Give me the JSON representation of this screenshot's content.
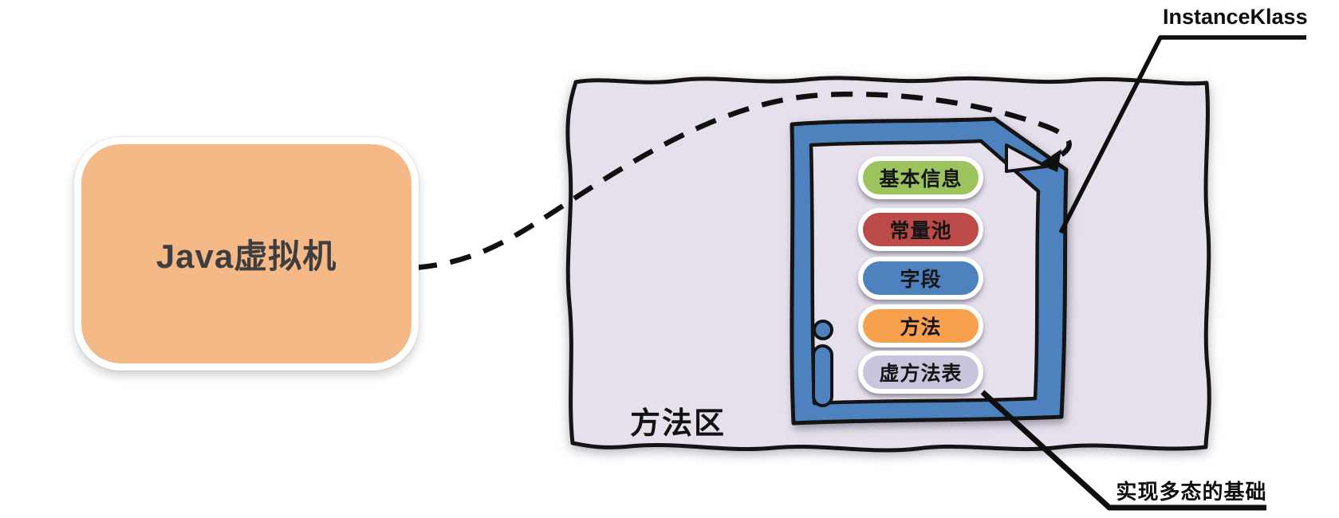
{
  "jvm_box": {
    "label": "Java虚拟机",
    "fill": "#F5B987"
  },
  "method_area": {
    "label": "方法区",
    "fill": "#E5E0EB",
    "border_color": "#141414"
  },
  "instance_klass": {
    "label": "InstanceKlass"
  },
  "polymorphism_note": {
    "label": "实现多态的基础"
  },
  "class_file": {
    "border_color": "#4E82BE",
    "icon": "info-icon",
    "pills": [
      {
        "label": "基本信息",
        "color": "#9CC35E"
      },
      {
        "label": "常量池",
        "color": "#BB4A49"
      },
      {
        "label": "字段",
        "color": "#4E82BE"
      },
      {
        "label": "方法",
        "color": "#F7A14E"
      },
      {
        "label": "虚方法表",
        "color": "#CBC4DD"
      }
    ]
  }
}
